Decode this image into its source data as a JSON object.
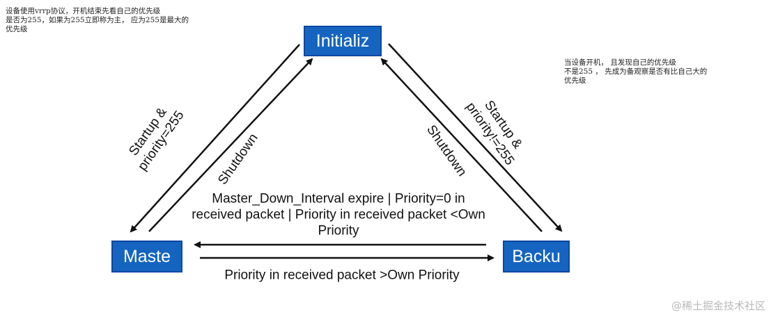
{
  "notes": {
    "left": "设备使用vrrp协议，开机结束先看自己的优先级\n是否为255，如果为255立即称为主， 应为255是最大的\n优先级",
    "right": "当设备开机， 且发现自己的优先级\n不是255 ， 先成为备观察是否有比自己大的\n优先级"
  },
  "states": {
    "init": "Initializ",
    "master": "Maste",
    "backup": "Backu"
  },
  "transitions": {
    "startup_255": "Startup &\npriority=255",
    "shutdown_left": "Shutdown",
    "shutdown_right": "Shutdown",
    "startup_not_255": "Startup &\npriority!=255",
    "backup_to_master": "Master_Down_Interval expire | Priority=0 in received packet | Priority in received packet <Own Priority",
    "master_to_backup": "Priority in received packet >Own Priority"
  },
  "watermark": "@稀土掘金技术社区"
}
